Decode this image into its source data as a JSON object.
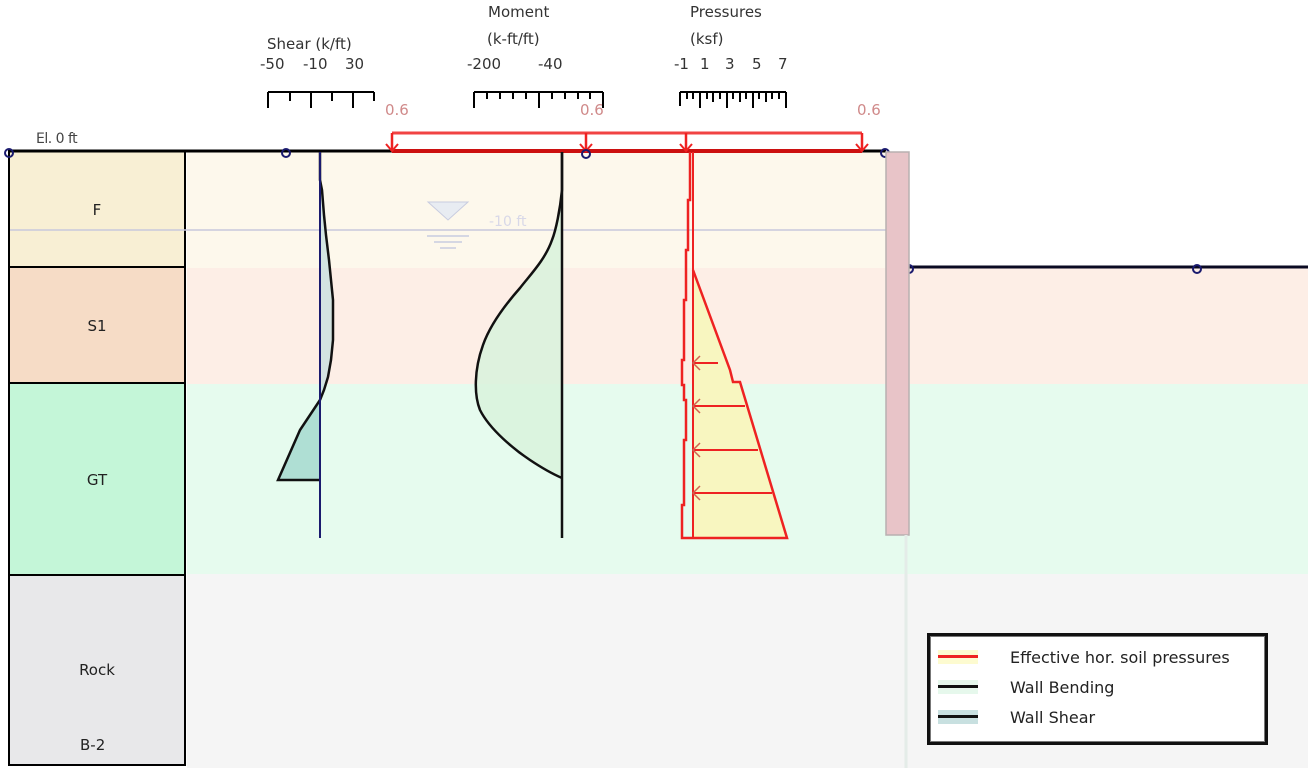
{
  "diagram": {
    "elevation_label": "El. 0 ft",
    "water_table_label": "-10 ft",
    "boring_label": "B-2",
    "soil_layers": [
      {
        "name": "F",
        "color": "#f8efd4",
        "band_color": "#fdf8ec"
      },
      {
        "name": "S1",
        "color": "#f6dcc6",
        "band_color": "#fdeee6"
      },
      {
        "name": "GT",
        "color": "#c4f6d8",
        "band_color": "#e6fbee"
      },
      {
        "name": "Rock",
        "color": "#e8e8ea",
        "band_color": "#f5f5f5"
      }
    ],
    "surcharge": {
      "value_labels": [
        "0.6",
        "0.6",
        "0.6"
      ],
      "color": "#ee2222"
    },
    "scales": {
      "shear": {
        "title": "Shear (k/ft)",
        "ticks": [
          "-50",
          "-10",
          "30"
        ]
      },
      "moment": {
        "title_line1": "Moment",
        "title_line2": "(k-ft/ft)",
        "ticks": [
          "-200",
          "-40"
        ]
      },
      "pressures": {
        "title_line1": "Pressures",
        "title_line2": "(ksf)",
        "ticks": [
          "-1",
          "1",
          "3",
          "5",
          "7"
        ]
      }
    },
    "legend": {
      "items": [
        {
          "label": "Effective hor. soil pressures",
          "line_color": "#ee2222",
          "fill_color": "#fdfbd0"
        },
        {
          "label": "Wall Bending",
          "line_color": "#111111",
          "fill_color": "#ddf6e4"
        },
        {
          "label": "Wall Shear",
          "line_color": "#111111",
          "fill_color": "#c8e0e0"
        }
      ]
    },
    "colors": {
      "wall": "#e8c4c8",
      "ground_line": "#000000",
      "pressure": "#ee2222",
      "pressure_fill": "#f8f6c0",
      "shear_axis": "#1a1a6e"
    }
  }
}
